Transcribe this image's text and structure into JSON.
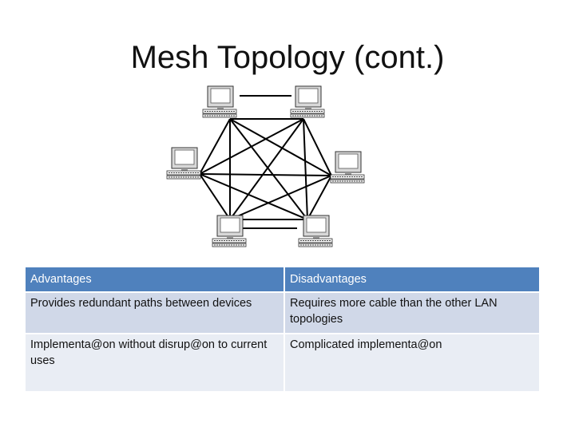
{
  "slide": {
    "title": "Mesh Topology (cont.)"
  },
  "diagram": {
    "type": "mesh",
    "node_count": 6,
    "node_icon": "computer-icon"
  },
  "table": {
    "headers": [
      "Advantages",
      "Disadvantages"
    ],
    "rows": [
      [
        "Provides redundant paths between devices",
        "Requires more cable than the other LAN topologies"
      ],
      [
        "Implementa@on without disrup@on to current uses",
        "Complicated implementa@on"
      ]
    ]
  },
  "colors": {
    "header_bg": "#4f81bd",
    "row_odd_bg": "#d0d8e8",
    "row_even_bg": "#e9edf4"
  }
}
